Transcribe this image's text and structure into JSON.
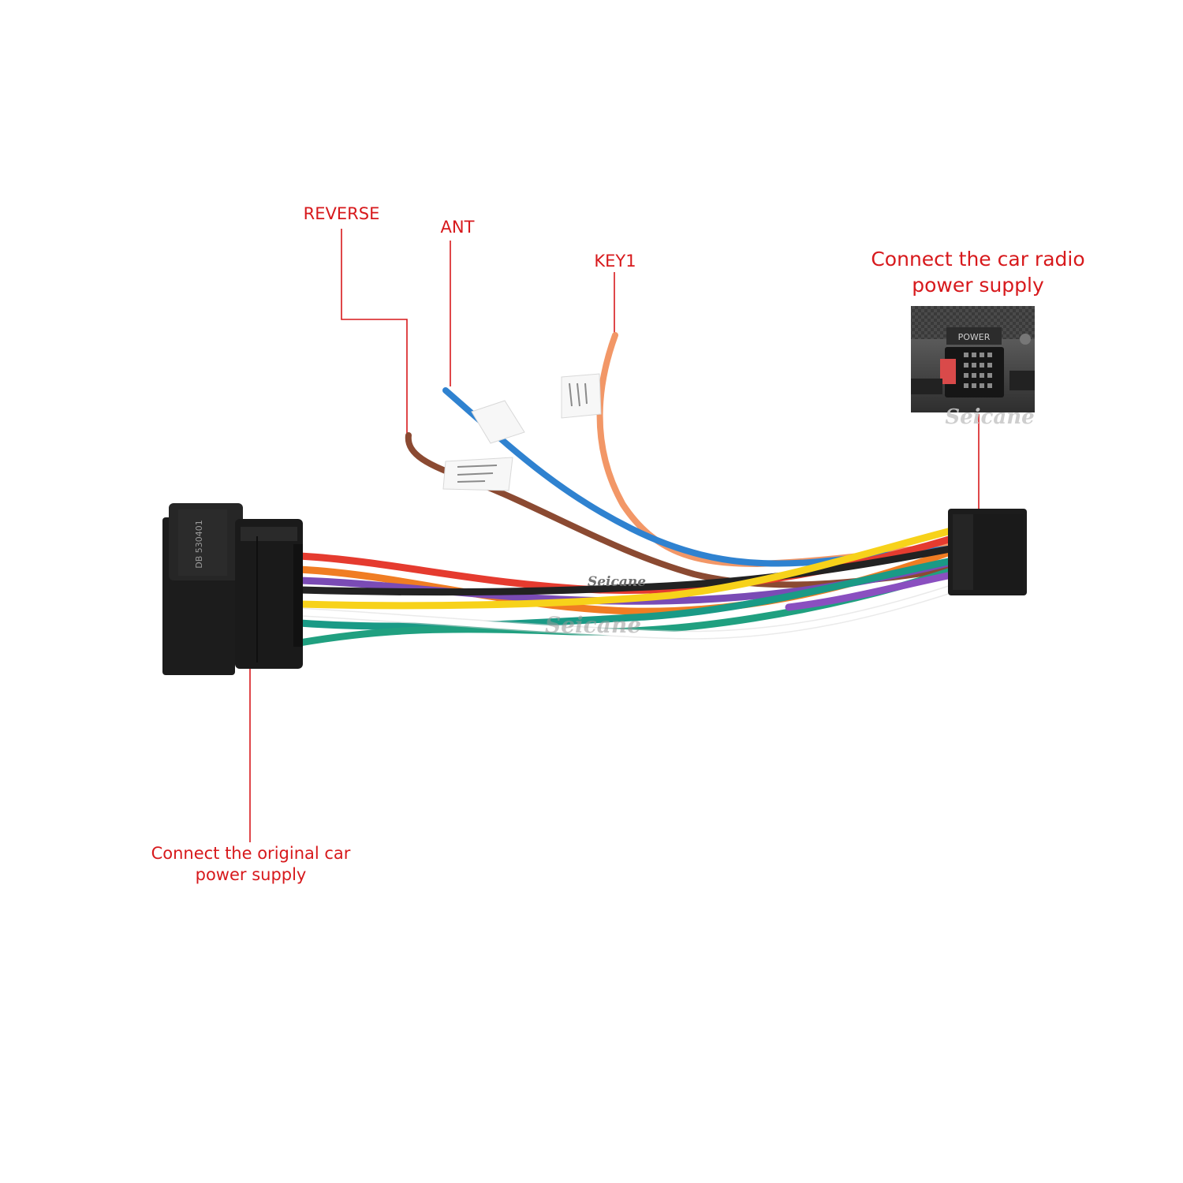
{
  "labels": {
    "reverse": "REVERSE",
    "ant": "ANT",
    "key1": "KEY1",
    "radio_power_line1": "Connect the car radio",
    "radio_power_line2": "power supply",
    "original_power_line1": "Connect the original car",
    "original_power_line2": "power supply"
  },
  "watermark": "Seicane",
  "inset_panel_text": "POWER",
  "colors": {
    "callout_red": "#d7191c",
    "connector_black": "#1c1c1c"
  },
  "wire_colors": [
    "#e53b2f",
    "#f07d23",
    "#7a4bb5",
    "#222222",
    "#f7d21a",
    "#ffffff",
    "#1a9a86",
    "#20a080"
  ],
  "lead_colors": {
    "reverse": "#8b4a32",
    "ant": "#2f82d0",
    "key1": "#f29767"
  }
}
